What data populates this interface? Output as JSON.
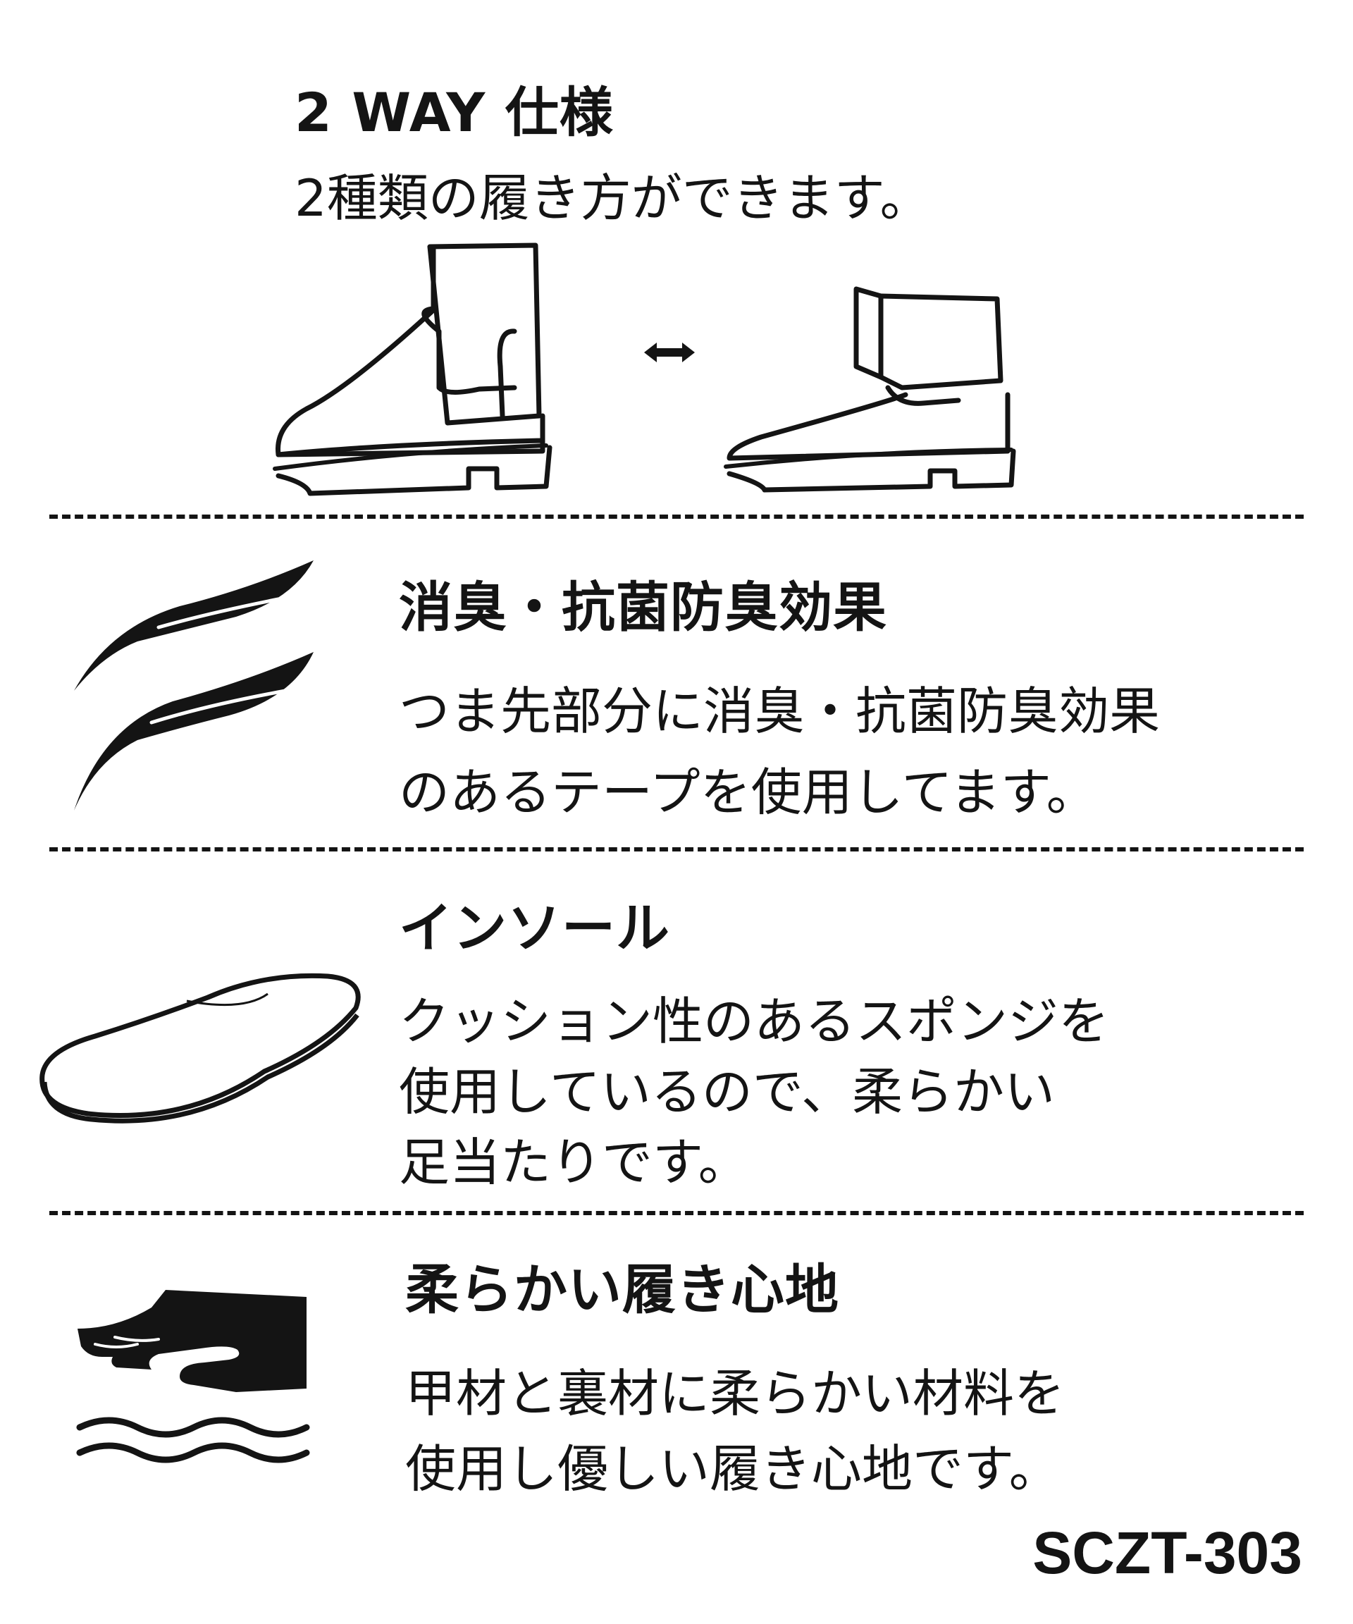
{
  "section1": {
    "title": "2 WAY 仕様",
    "subtitle": "2種類の履き方ができます。",
    "icons": [
      "tall-boot-icon",
      "swap-arrows-icon",
      "folded-boot-icon"
    ]
  },
  "section2": {
    "title": "消臭・抗菌防臭効果",
    "lines": [
      "つま先部分に消臭・抗菌防臭効果",
      "のあるテープを使用してます。"
    ],
    "icon": "leaf-icon"
  },
  "section3": {
    "title": "インソール",
    "lines": [
      "クッション性のあるスポンジを",
      "使用しているので、柔らかい",
      "足当たりです。"
    ],
    "icon": "insole-icon"
  },
  "section4": {
    "title": "柔らかい履き心地",
    "lines": [
      "甲材と裏材に柔らかい材料を",
      "使用し優しい履き心地です。"
    ],
    "icon": "hand-press-icon"
  },
  "product_code": "SCZT-303",
  "colors": {
    "ink": "#141414",
    "background": "#ffffff"
  }
}
